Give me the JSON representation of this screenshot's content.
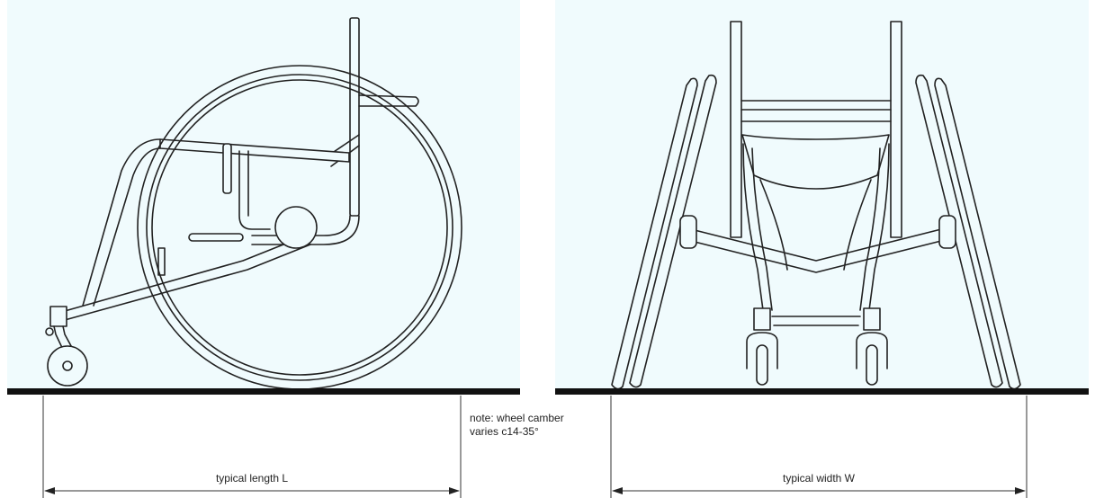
{
  "note": {
    "line1": "note: wheel camber",
    "line2": "varies c14-35°"
  },
  "dimensions": {
    "length_label": "typical length L",
    "width_label": "typical width W"
  },
  "colors": {
    "panel_background": "#f0fbfd",
    "line": "#222222",
    "floor": "#111111"
  }
}
